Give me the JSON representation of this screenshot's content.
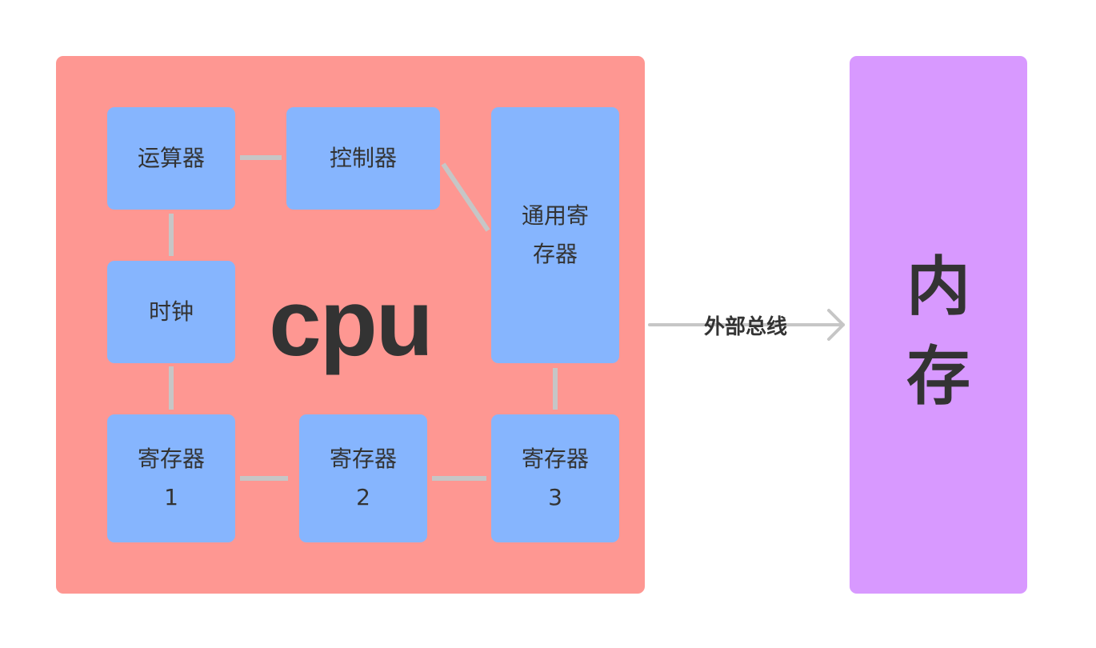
{
  "cpu": {
    "label": "cpu",
    "units": {
      "alu": "运算器",
      "control": "控制器",
      "general_register": "通用寄\n存器",
      "clock": "时钟",
      "register_1": "寄存器\n1",
      "register_2": "寄存器\n2",
      "register_3": "寄存器\n3"
    }
  },
  "bus": {
    "label": "外部总线"
  },
  "memory": {
    "label": "内\n存"
  },
  "colors": {
    "cpu_fill": "#fe9792",
    "unit_fill": "#86b5fe",
    "memory_fill": "#d899ff",
    "connector": "#c6c6c6",
    "text": "#333333"
  }
}
